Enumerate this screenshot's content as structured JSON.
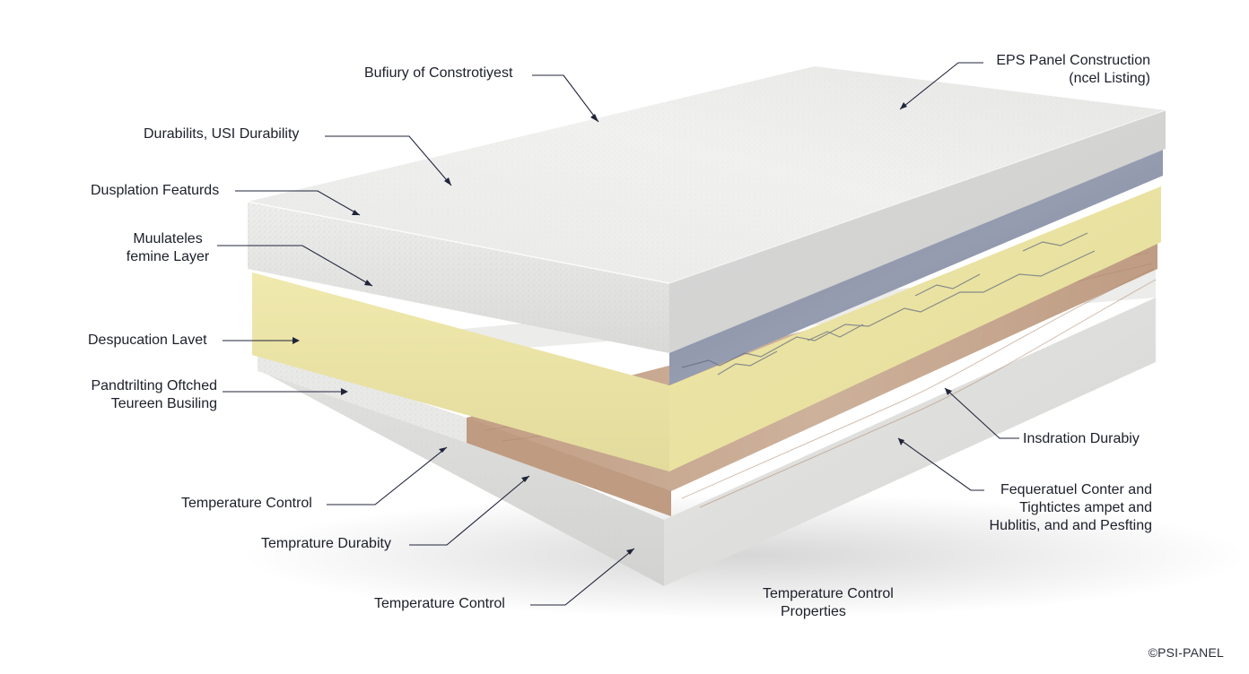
{
  "labels": {
    "top_center": "Bufiury of Constrotiyest",
    "top_right_1": "EPS Panel Construction",
    "top_right_2": "(ncel Listing)",
    "left_1": "Durabilits, USI Durability",
    "left_2": "Dusplation Featurds",
    "left_3a": "Muulateles",
    "left_3b": "femine Layer",
    "left_4": "Despucation Lavet",
    "left_5a": "Pandtrilting Oftched",
    "left_5b": "Teureen Busiling",
    "bottom_1": "Temperature Control",
    "bottom_2": "Temprature Durabity",
    "bottom_3": "Temperature Control",
    "bottom_center_a": "Temperature Control",
    "bottom_center_b": "Properties",
    "right_1": "Insdration Durabiy",
    "right_2a": "Fequeratuel Conter and",
    "right_2b": "Tightictes ampet and",
    "right_2c": "Hublitis, and and Pesfting"
  },
  "watermark": "©PSI-PANEL",
  "colors": {
    "top_board": "#efefee",
    "blue_grey_layer": "#8b93a8",
    "yellow_foam": "#ece5a8",
    "wood_layer": "#c7a891",
    "bottom_board": "#e1e1df",
    "leader_line": "#20243a"
  }
}
